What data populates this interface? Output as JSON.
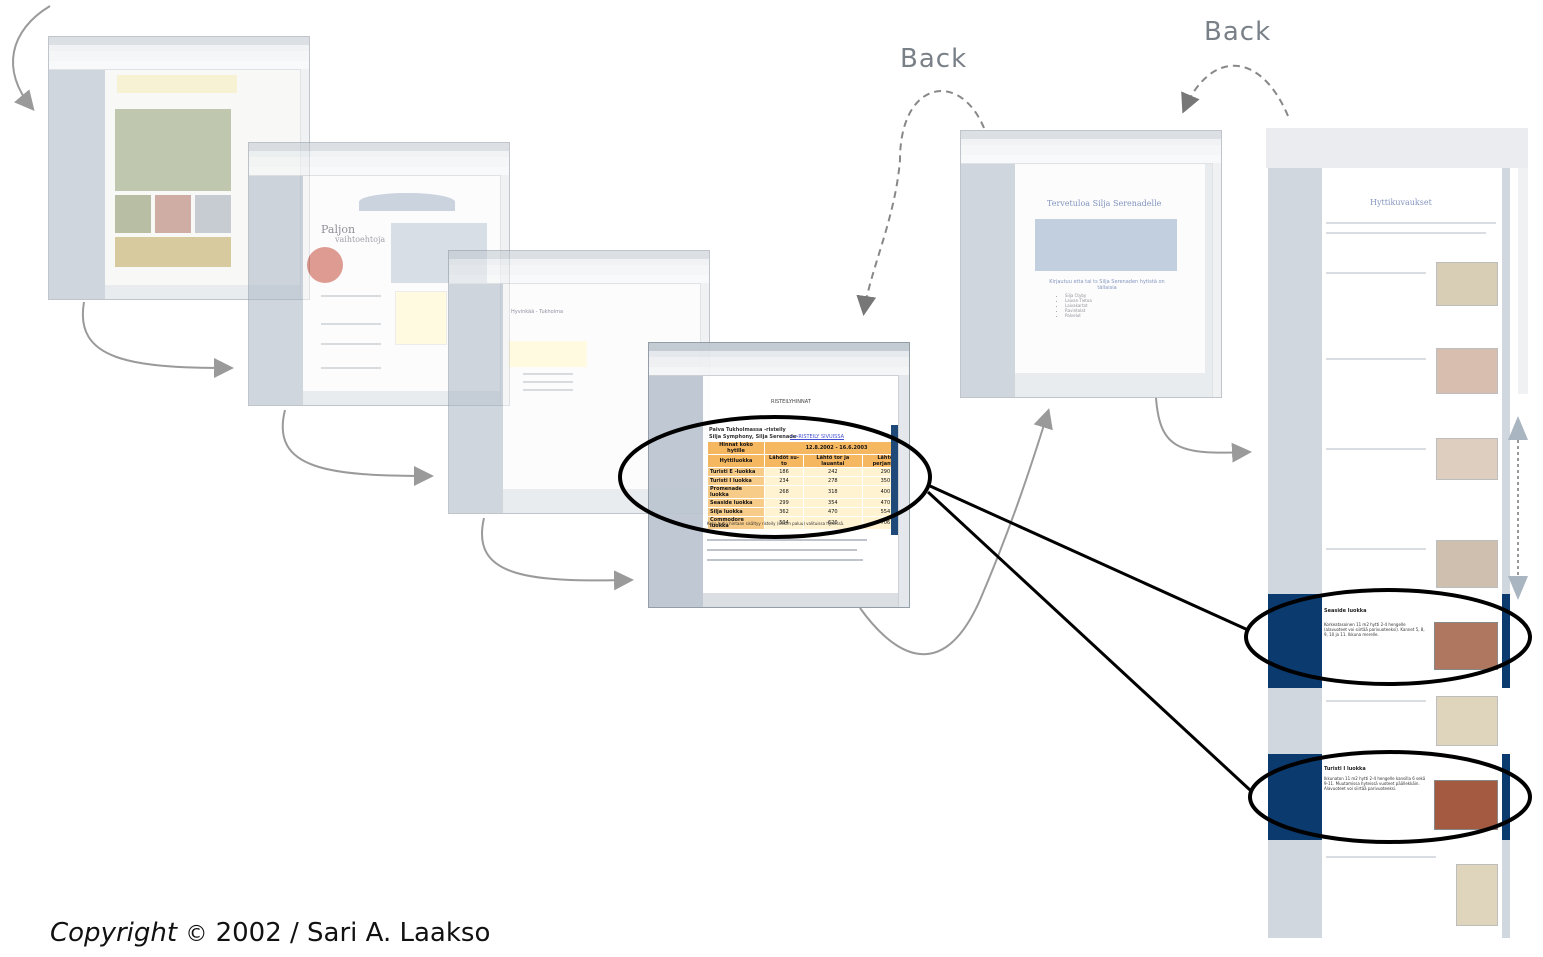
{
  "labels": {
    "back_left": "Back",
    "back_right": "Back"
  },
  "copyright": {
    "prefix": "Copyright",
    "symbol": "©",
    "rest": "2002 / Sari A. Laakso"
  },
  "screens": {
    "s2": {
      "title": "Paljon",
      "subtitle": "vaihtoehtoja"
    },
    "s3": {
      "heading": "Hyvinkää - Tukholma"
    },
    "s4": {
      "heading": "RISTEILYHINNAT",
      "subheading": "Paiva Tukholmassa -risteily",
      "ship": "Silja Symphony, Silja Serenade",
      "link": ">>RISTEILY SIVUISSA",
      "footer": "Koko hytin hintaan sisältyy risteily (sikkiin paluu) valituissa hyteissä.",
      "table": {
        "headers": [
          "Hinnat koko hytille",
          "12.8.2002 - 16.6.2003",
          "",
          ""
        ],
        "subheaders": [
          "Hyttiluokka",
          "Lähdöt su-to",
          "Lähtö tor ja lauantai",
          "Lähtö perjantai"
        ],
        "rows": [
          [
            "Turisti E -luokka",
            "186",
            "242",
            "290"
          ],
          [
            "Turisti I luokka",
            "234",
            "278",
            "350"
          ],
          [
            "Promenade luokka",
            "268",
            "318",
            "400"
          ],
          [
            "Seaside luokka",
            "299",
            "354",
            "470"
          ],
          [
            "Silja luokka",
            "362",
            "470",
            "554"
          ],
          [
            "Commodore luokka",
            "504",
            "620",
            "706"
          ]
        ]
      }
    },
    "s5": {
      "title": "Tervetuloa Silja Serenadelle",
      "subtitle": "Kirjautuu etta tai ts Silja Serenaden hytistä on tällaisia",
      "bullets": [
        "Silja Ctyby",
        "Laivan Tietoa",
        "Laivakartat",
        "Ravintolat",
        "Palvelut"
      ]
    },
    "s6": {
      "title": "Hyttikuvaukset",
      "seaside": {
        "title": "Seaside luokka",
        "text": "Korkeatasoinen 11 m2 hytti 2-4 hengelle (alavuoteet voi siirtää parivuoteeksi). Kannet 5, 8, 9, 10 ja 11. Ikkuna merelle."
      },
      "turisti": {
        "title": "Turisti I luokka",
        "text": "Ikkunaton 11 m2 hytti 2-4 hengelle kansilla 6 sekä 9-11. Muutamissa hyteissä vuoteet päällekkäin. Alavuoteet voi siirtää parivuoteeksi."
      }
    }
  },
  "colors": {
    "arrow": "#9a9a9a",
    "highlight": "#0b3a6e",
    "table_header": "#f6b154",
    "table_row": "#fff2cf"
  }
}
